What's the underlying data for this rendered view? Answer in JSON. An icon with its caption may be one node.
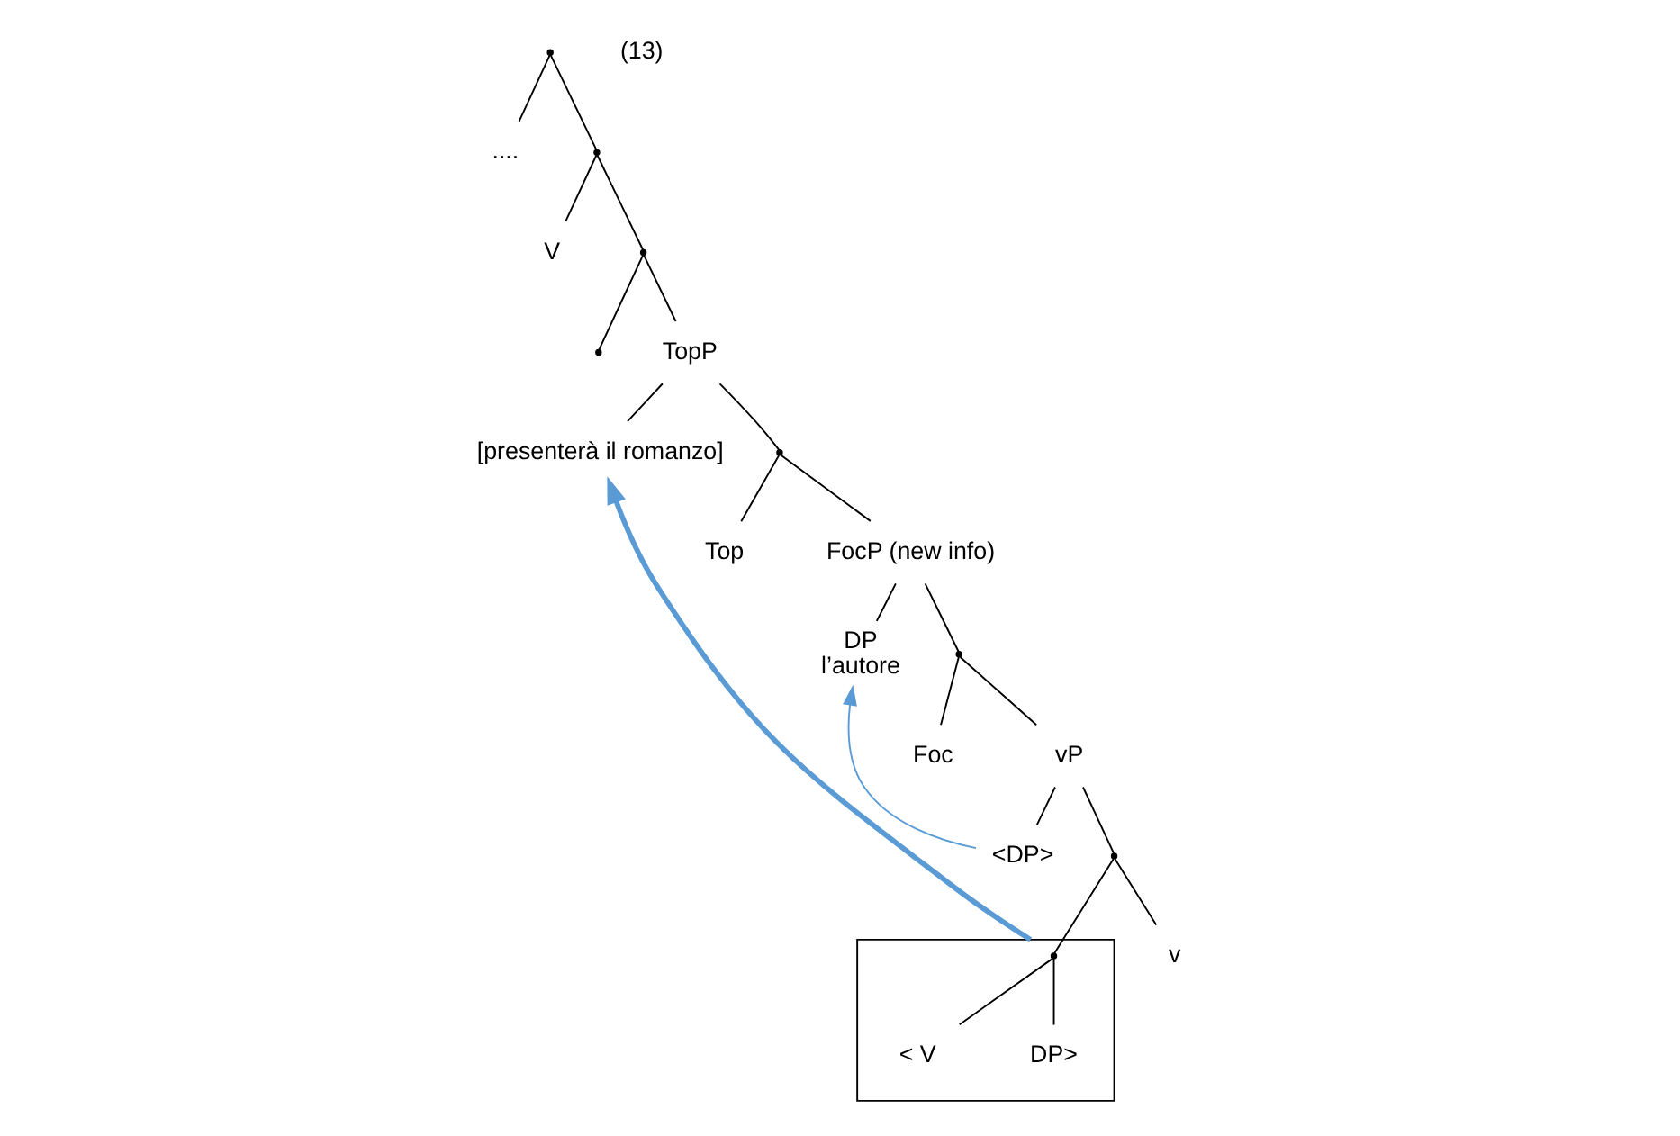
{
  "diagram": {
    "nodes": [
      {
        "text": [],
        "shape": "point"
      },
      {
        "text": [
          "...."
        ]
      },
      {
        "text": [],
        "shape": "point"
      },
      {
        "text": [
          "V"
        ]
      },
      {
        "text": [],
        "shape": "point"
      },
      {
        "text": [],
        "shape": "point"
      },
      {
        "text": [
          "TopP"
        ]
      },
      {
        "text": [
          "[presenterà il romanzo]"
        ]
      },
      {
        "text": [],
        "shape": "point"
      },
      {
        "text": [
          "Top"
        ]
      },
      {
        "text": [
          "FocP (new info)"
        ]
      },
      {
        "text": [
          "DP",
          "l’autore"
        ]
      },
      {
        "text": [],
        "shape": "point"
      },
      {
        "text": [
          "Foc"
        ]
      },
      {
        "text": [
          "vP"
        ]
      },
      {
        "text": [
          "<DP>"
        ]
      },
      {
        "text": [],
        "shape": "point"
      },
      {
        "text": [
          "v"
        ]
      },
      {
        "text": [],
        "shape": "box"
      },
      {
        "text": [],
        "shape": "point",
        "in": 18
      },
      {
        "text": [
          "< V"
        ],
        "in": 18
      },
      {
        "text": [
          "DP>"
        ],
        "in": 18
      }
    ],
    "edges": [
      {
        "from": 0,
        "to": 1,
        "arrow": "none"
      },
      {
        "from": 0,
        "to": 2,
        "arrow": "none"
      },
      {
        "from": 2,
        "to": 3,
        "arrow": "none"
      },
      {
        "from": 2,
        "to": 4,
        "arrow": "none"
      },
      {
        "from": 4,
        "to": 5,
        "arrow": "none"
      },
      {
        "from": 4,
        "to": 6,
        "arrow": "none"
      },
      {
        "from": 6,
        "to": 7,
        "arrow": "none"
      },
      {
        "from": 6,
        "to": 8,
        "arrow": "none"
      },
      {
        "from": 8,
        "to": 9,
        "arrow": "none"
      },
      {
        "from": 8,
        "to": 10,
        "arrow": "none"
      },
      {
        "from": 10,
        "to": 11,
        "arrow": "none"
      },
      {
        "from": 10,
        "to": 12,
        "arrow": "none"
      },
      {
        "from": 12,
        "to": 13,
        "arrow": "none"
      },
      {
        "from": 12,
        "to": 14,
        "arrow": "none"
      },
      {
        "from": 14,
        "to": 15,
        "arrow": "none"
      },
      {
        "from": 14,
        "to": 16,
        "arrow": "none"
      },
      {
        "from": 16,
        "to": 17,
        "arrow": "none"
      },
      {
        "from": 16,
        "to": 19,
        "arrow": "none"
      },
      {
        "from": 19,
        "to": 20,
        "arrow": "none"
      },
      {
        "from": 19,
        "to": 21,
        "arrow": "none"
      },
      {
        "from": 15,
        "to": 11,
        "arrow": "to",
        "color": "#5b9bd5"
      },
      {
        "from": 18,
        "to": 7,
        "arrow": "to",
        "style": "thick",
        "color": "#5b9bd5"
      }
    ],
    "labels": [
      "(13)"
    ]
  }
}
